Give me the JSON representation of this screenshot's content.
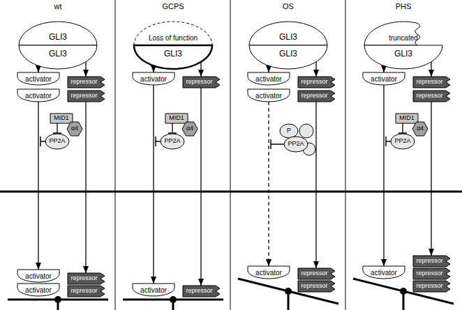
{
  "diagram": {
    "nodes": [
      {
        "text": [
          "GLI3"
        ]
      },
      {
        "text": [
          "GLI3"
        ]
      },
      {
        "text": [
          "activator"
        ]
      },
      {
        "text": [
          "activator"
        ]
      },
      {
        "text": [
          "repressor"
        ]
      },
      {
        "text": [
          "repressor"
        ]
      },
      {
        "text": [
          "MID1"
        ]
      },
      {
        "text": [
          "α4"
        ]
      },
      {
        "text": [
          "PP2A"
        ]
      },
      {
        "text": [
          "activator"
        ]
      },
      {
        "text": [
          "activator"
        ]
      },
      {
        "text": [
          "repressor"
        ]
      },
      {
        "text": [
          "repressor"
        ]
      },
      {
        "text": [
          "Loss of function"
        ]
      },
      {
        "text": [
          "GLI3"
        ]
      },
      {
        "text": [
          "activator"
        ]
      },
      {
        "text": [
          "repressor"
        ]
      },
      {
        "text": [
          "MID1"
        ]
      },
      {
        "text": [
          "α4"
        ]
      },
      {
        "text": [
          "PP2A"
        ]
      },
      {
        "text": [
          "activator"
        ]
      },
      {
        "text": [
          "repressor"
        ]
      },
      {
        "text": [
          "GLI3"
        ]
      },
      {
        "text": [
          "GLI3"
        ]
      },
      {
        "text": [
          "activator"
        ]
      },
      {
        "text": [
          "activator"
        ]
      },
      {
        "text": [
          "repressor"
        ]
      },
      {
        "text": [
          "repressor"
        ]
      },
      {
        "text": [
          "P"
        ]
      },
      {
        "text": [
          "PP2A"
        ]
      },
      {
        "text": [
          "activator"
        ]
      },
      {
        "text": [
          "repressor"
        ]
      },
      {
        "text": [
          "repressor"
        ]
      },
      {
        "text": [
          "truncated"
        ]
      },
      {
        "text": [
          "GLI3"
        ]
      },
      {
        "text": [
          "activator"
        ]
      },
      {
        "text": [
          "repressor"
        ]
      },
      {
        "text": [
          "repressor"
        ]
      },
      {
        "text": [
          "MID1"
        ]
      },
      {
        "text": [
          "α4"
        ]
      },
      {
        "text": [
          "PP2A"
        ]
      },
      {
        "text": [
          "activator"
        ]
      },
      {
        "text": [
          "repressor"
        ]
      },
      {
        "text": [
          "repressor"
        ]
      },
      {
        "text": [
          "repressor"
        ]
      }
    ],
    "edges": [
      {
        "from": 1,
        "to": 2,
        "arrow": "to"
      },
      {
        "from": 1,
        "to": 4,
        "arrow": "to"
      },
      {
        "from": 3,
        "to": 9,
        "arrow": "to"
      },
      {
        "from": 5,
        "to": 11,
        "arrow": "to"
      },
      {
        "from": 6,
        "to": 8,
        "arrow": "none"
      },
      {
        "from": 14,
        "to": 15,
        "arrow": "to"
      },
      {
        "from": 14,
        "to": 16,
        "arrow": "to"
      },
      {
        "from": 15,
        "to": 20,
        "arrow": "to"
      },
      {
        "from": 16,
        "to": 21,
        "arrow": "to"
      },
      {
        "from": 17,
        "to": 19,
        "arrow": "none"
      },
      {
        "from": 23,
        "to": 24,
        "arrow": "to"
      },
      {
        "from": 23,
        "to": 26,
        "arrow": "to"
      },
      {
        "from": 25,
        "to": 30,
        "arrow": "to"
      },
      {
        "from": 27,
        "to": 31,
        "arrow": "to"
      },
      {
        "from": 34,
        "to": 35,
        "arrow": "to"
      },
      {
        "from": 34,
        "to": 36,
        "arrow": "to"
      },
      {
        "from": 35,
        "to": 41,
        "arrow": "to"
      },
      {
        "from": 37,
        "to": 42,
        "arrow": "to"
      },
      {
        "from": 38,
        "to": 40,
        "arrow": "none"
      }
    ],
    "labels": [
      "wt",
      "GCPS",
      "OS",
      "PHS"
    ]
  }
}
